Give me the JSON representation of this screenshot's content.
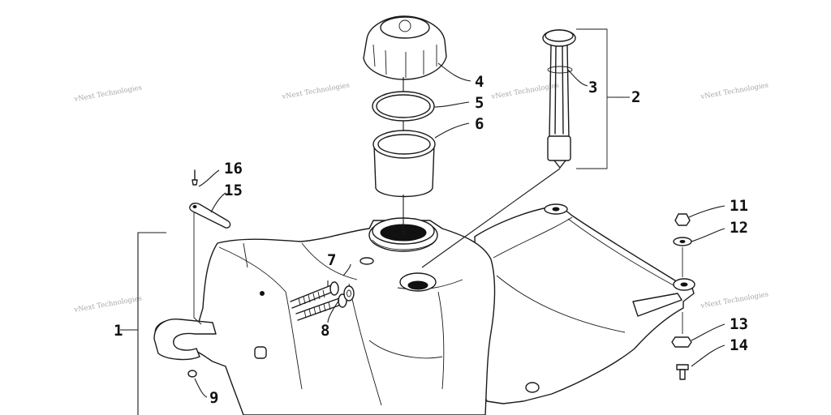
{
  "callouts": [
    "1",
    "2",
    "3",
    "4",
    "5",
    "6",
    "7",
    "8",
    "9",
    "11",
    "12",
    "13",
    "14",
    "15",
    "16"
  ],
  "watermark": "vNext Technologies",
  "colors": {
    "line": "#1a1a1a",
    "watermark": "#8a8a8a",
    "background": "#ffffff"
  }
}
